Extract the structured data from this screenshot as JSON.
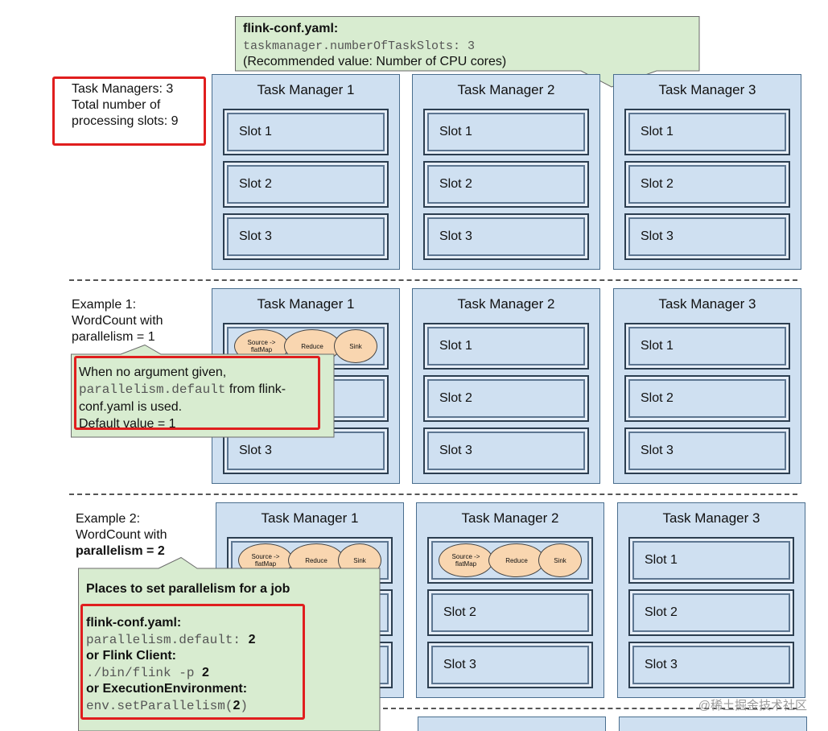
{
  "top_callout": {
    "title": "flink-conf.yaml:",
    "code": "taskmanager.numberOfTaskSlots: 3",
    "note": "(Recommended value: Number of CPU cores)"
  },
  "summary": {
    "line1": "Task Managers: 3",
    "line2": "Total number of",
    "line3": "processing slots: 9"
  },
  "task_managers": [
    "Task Manager 1",
    "Task Manager 2",
    "Task Manager 3"
  ],
  "slots": [
    "Slot 1",
    "Slot 2",
    "Slot 3"
  ],
  "operators": [
    "Source -> flatMap",
    "Reduce",
    "Sink"
  ],
  "example1": {
    "line1": "Example 1:",
    "line2": "WordCount with",
    "line3": "parallelism = 1"
  },
  "callout1": {
    "line1": "When no argument given,",
    "code": "parallelism.default",
    "after_code": " from flink-",
    "line3": "conf.yaml is used.",
    "line4": "Default value = 1"
  },
  "example2": {
    "line1": "Example 2:",
    "line2": "WordCount with",
    "line3": "parallelism = 2"
  },
  "callout2": {
    "title": "Places to set parallelism for a job",
    "conf_label": "flink-conf.yaml:",
    "conf_code": "parallelism.default: ",
    "conf_value": "2",
    "client_label": "or Flink Client:",
    "client_code": "./bin/flink -p ",
    "client_value": "2",
    "env_label": "or ExecutionEnvironment:",
    "env_code_pre": "env.setParallelism(",
    "env_value": "2",
    "env_code_post": ")"
  },
  "watermark": "@稀土掘金技术社区",
  "colors": {
    "tm_fill": "#cfe0f1",
    "callout_fill": "#d8ecd0",
    "highlight": "#e01e1e",
    "operator_fill": "#f9d6b0"
  }
}
